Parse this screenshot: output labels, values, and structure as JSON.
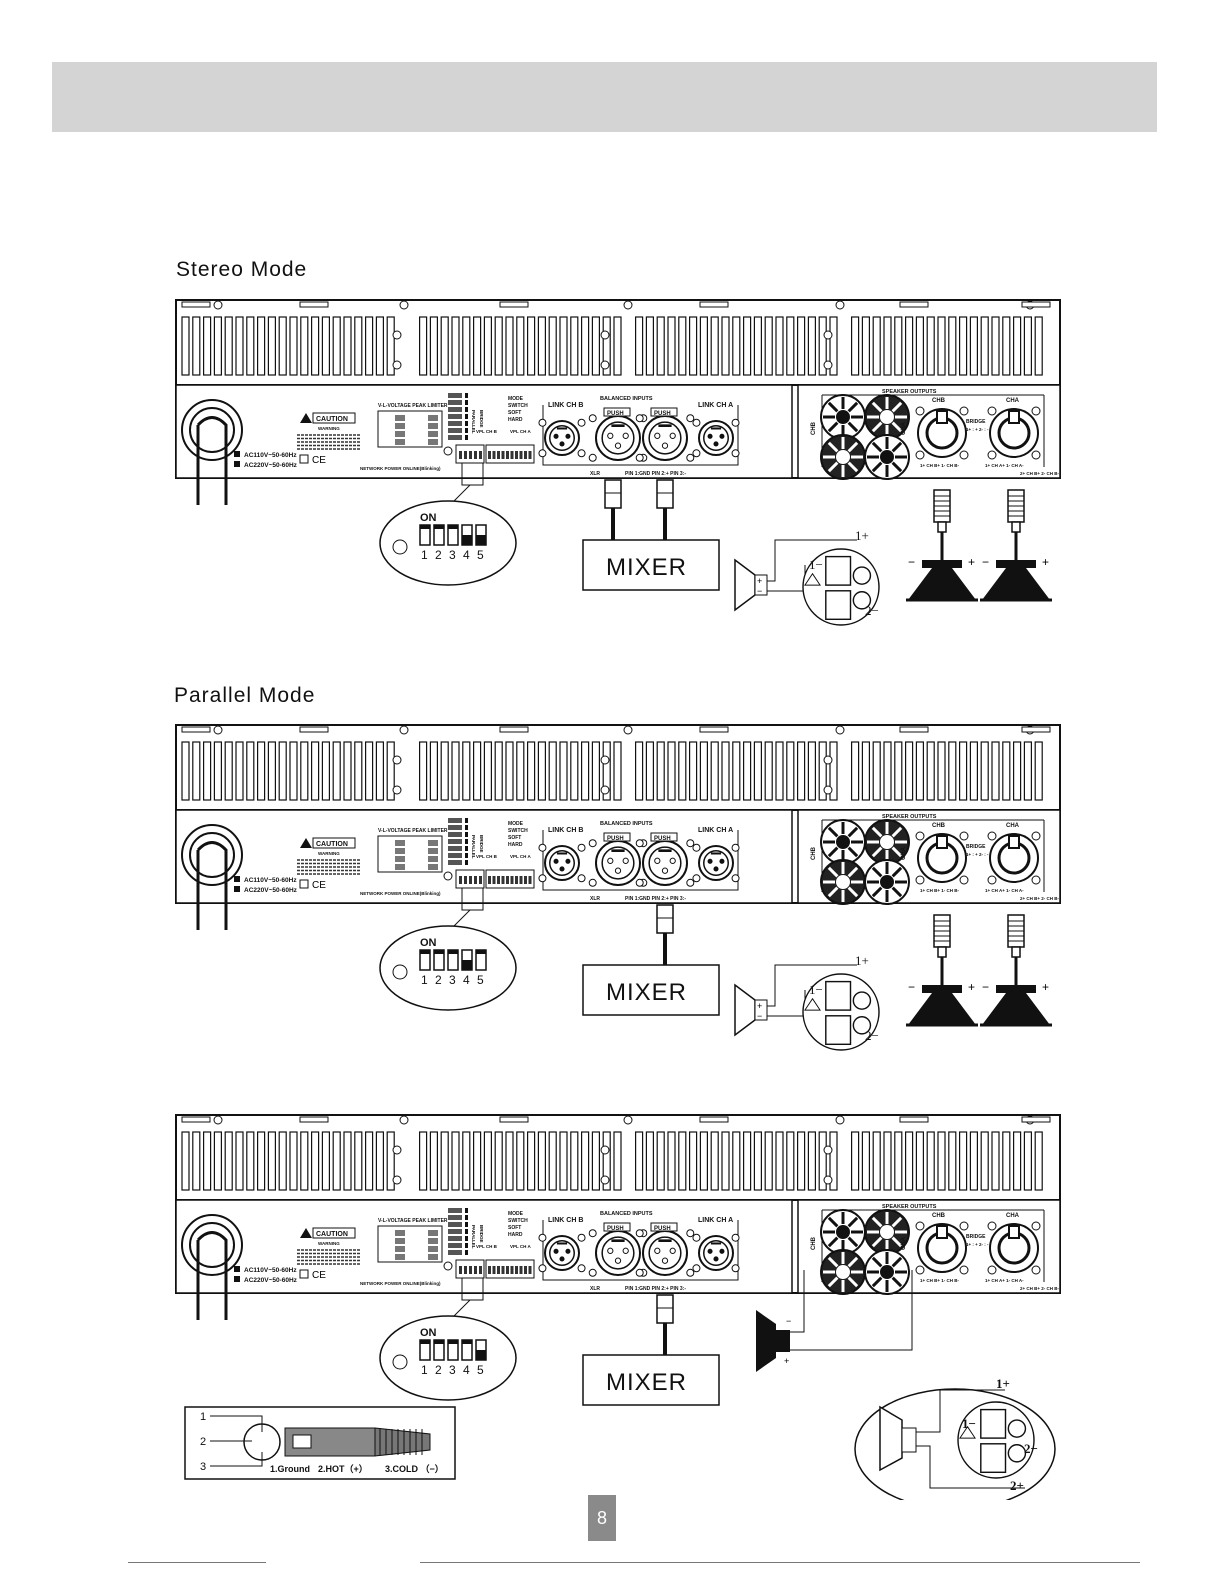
{
  "sections": [
    {
      "title": "Stereo Mode",
      "dip": [
        "up",
        "up",
        "up",
        "down",
        "down"
      ]
    },
    {
      "title": "Parallel Mode",
      "dip": [
        "up",
        "up",
        "up",
        "down",
        "up"
      ]
    },
    {
      "title": "",
      "dip": [
        "up",
        "up",
        "up",
        "up",
        "down"
      ]
    }
  ],
  "panel": {
    "caution": "CAUTION",
    "warning": "WARNING",
    "ac110": "AC110V~50-60Hz",
    "ac220": "AC220V~50-60Hz",
    "network": "NETWORK POWER ONLINE(Blinking)",
    "limiter": "V-L-VOLTAGE PEAK LIMITER",
    "mode": "MODE",
    "switch": "SWITCH",
    "soft": "SOFT",
    "hard": "HARD",
    "parallel": "PARALLEL",
    "bridge": "BRIDGE",
    "vpl_chb": "VPL CH B",
    "vpl_cha": "VPL CH A",
    "mode_label": "MODE",
    "link_chb": "LINK CH B",
    "link_cha": "LINK CH A",
    "balanced_inputs": "BALANCED INPUTS",
    "xlr": "XLR",
    "pins": "PIN 1:GND PIN 2:+ PIN 3:-",
    "push": "PUSH",
    "speaker_outputs": "SPEAKER OUTPUTS",
    "chb": "CHB",
    "cha": "CHA",
    "bridge_out": "BRIDGE",
    "bridge_pins": "1+ : +  2- : -",
    "chb_pins": "1+ CH B+  1- CH B-",
    "cha_pins": "1+ CH A+  1- CH A-",
    "cha_pins2": "2+ CH B+  2- CH B-"
  },
  "dip_numbers": [
    "1",
    "2",
    "3",
    "4",
    "5"
  ],
  "dip_on": "ON",
  "mixer": "MIXER",
  "speakon_labels": {
    "p1": "1+",
    "m1": "1−",
    "m2": "2−",
    "p2": "2+"
  },
  "xlr_legend": {
    "pins": [
      "1",
      "2",
      "3"
    ],
    "text_ground": "1.Ground",
    "text_hot": "2.HOT（+）",
    "text_cold": "3.COLD （−）"
  },
  "page_number": "8",
  "colors": {
    "header": "#d4d4d4",
    "page_badge": "#8a8a8a"
  }
}
